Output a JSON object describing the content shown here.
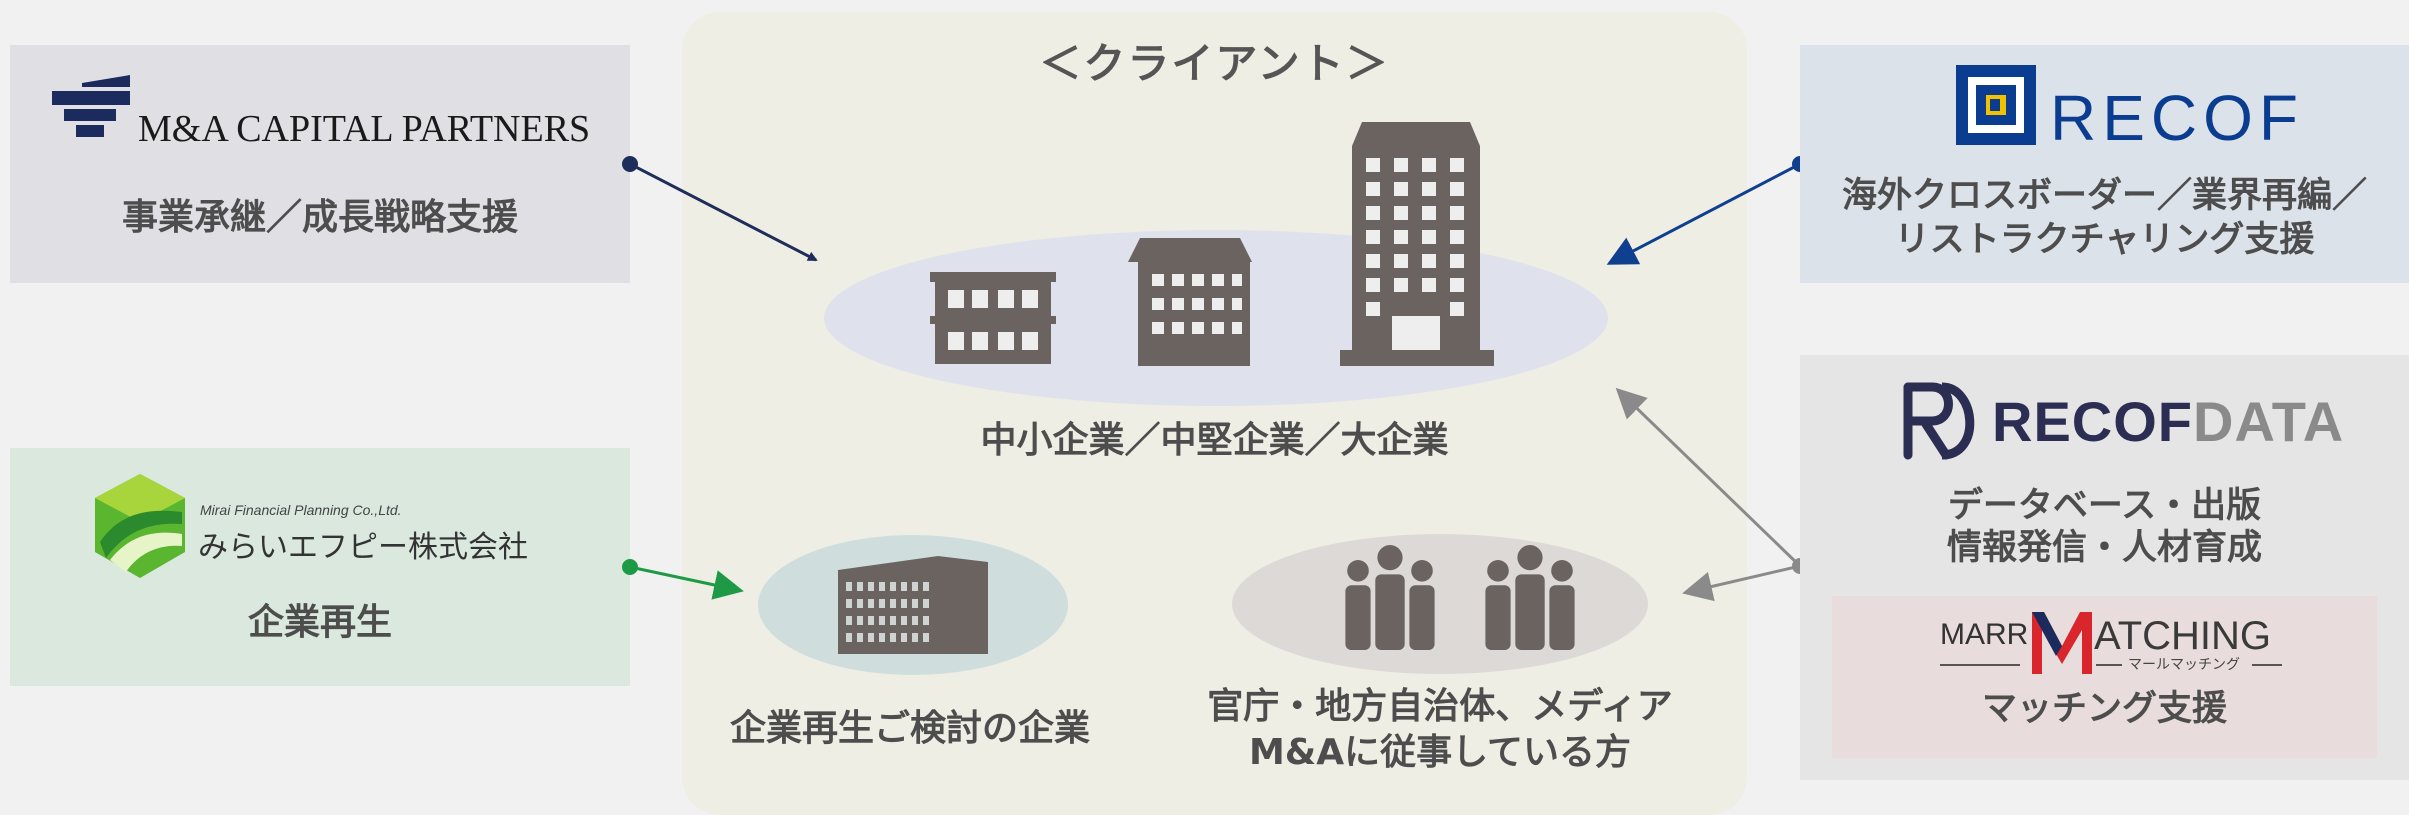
{
  "center": {
    "title": "＜クライアント＞",
    "group_large": "中小企業／中堅企業／大企業",
    "group_restructuring": "企業再生ご検討の企業",
    "group_public_line1": "官庁・地方自治体、メディア",
    "group_public_line2": "M&Aに従事している方"
  },
  "mac": {
    "logo_text": "M&A CAPITAL PARTNERS",
    "service": "事業承継／成長戦略支援",
    "bg": "#dfdfe4",
    "arrow_color": "#1f2d5a"
  },
  "mirai": {
    "logo_small": "Mirai Financial Planning Co.,Ltd.",
    "logo_big": "みらいエフピー株式会社",
    "service": "企業再生",
    "bg": "#dae8de",
    "arrow_color": "#1e9a47"
  },
  "recof": {
    "logo_text": "RECOF",
    "service_line1": "海外クロスボーダー／業界再編／",
    "service_line2": "リストラクチャリング支援",
    "bg": "#dbe2ea",
    "arrow_color": "#0f3f8f"
  },
  "recofdata": {
    "logo_part1": "RECOF",
    "logo_part2": "DATA",
    "service_line1": "データベース・出版",
    "service_line2": "情報発信・人材育成",
    "bg": "#e5e5e5",
    "arrow_color": "#8a8a8a"
  },
  "marr": {
    "logo_left": "MARR",
    "logo_right": "ATCHING",
    "logo_sub": "マールマッチング",
    "service": "マッチング支援",
    "bg": "#e8dcdc",
    "accent": "#d9262c"
  }
}
